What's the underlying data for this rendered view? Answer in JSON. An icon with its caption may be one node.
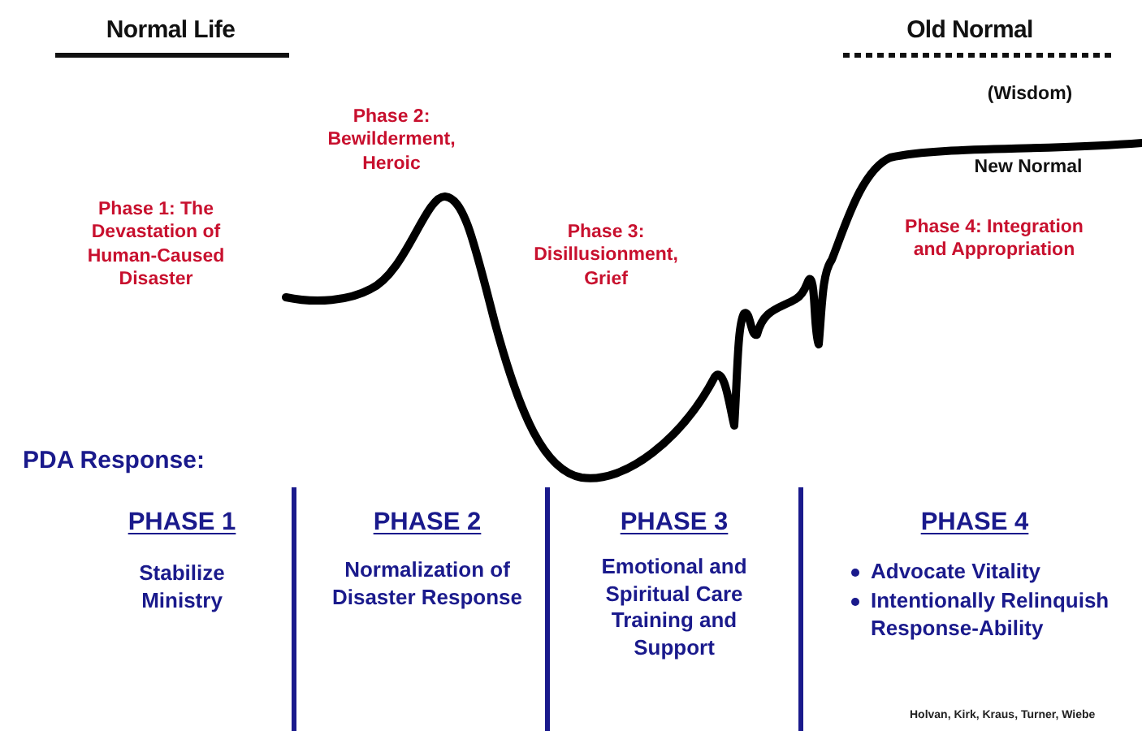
{
  "diagram": {
    "labels": [
      "Normal Life",
      "Old Normal",
      "(Wisdom)",
      "Phase 2: Bewilderment, Heroic",
      "New Normal",
      "Phase 1: The Devastation of Human-Caused Disaster",
      "Phase 3: Disillusionment, Grief",
      "Phase 4: Integration and Appropriation",
      "PDA Response:",
      "PHASE 1",
      "PHASE 2",
      "PHASE 3",
      "PHASE 4",
      "Stabilize Ministry",
      "Normalization of Disaster Response",
      "Emotional and Spiritual Care Training and Support",
      "Advocate Vitality",
      "Intentionally Relinquish Response-Ability",
      "Holvan, Kirk, Kraus, Turner, Wiebe"
    ]
  }
}
